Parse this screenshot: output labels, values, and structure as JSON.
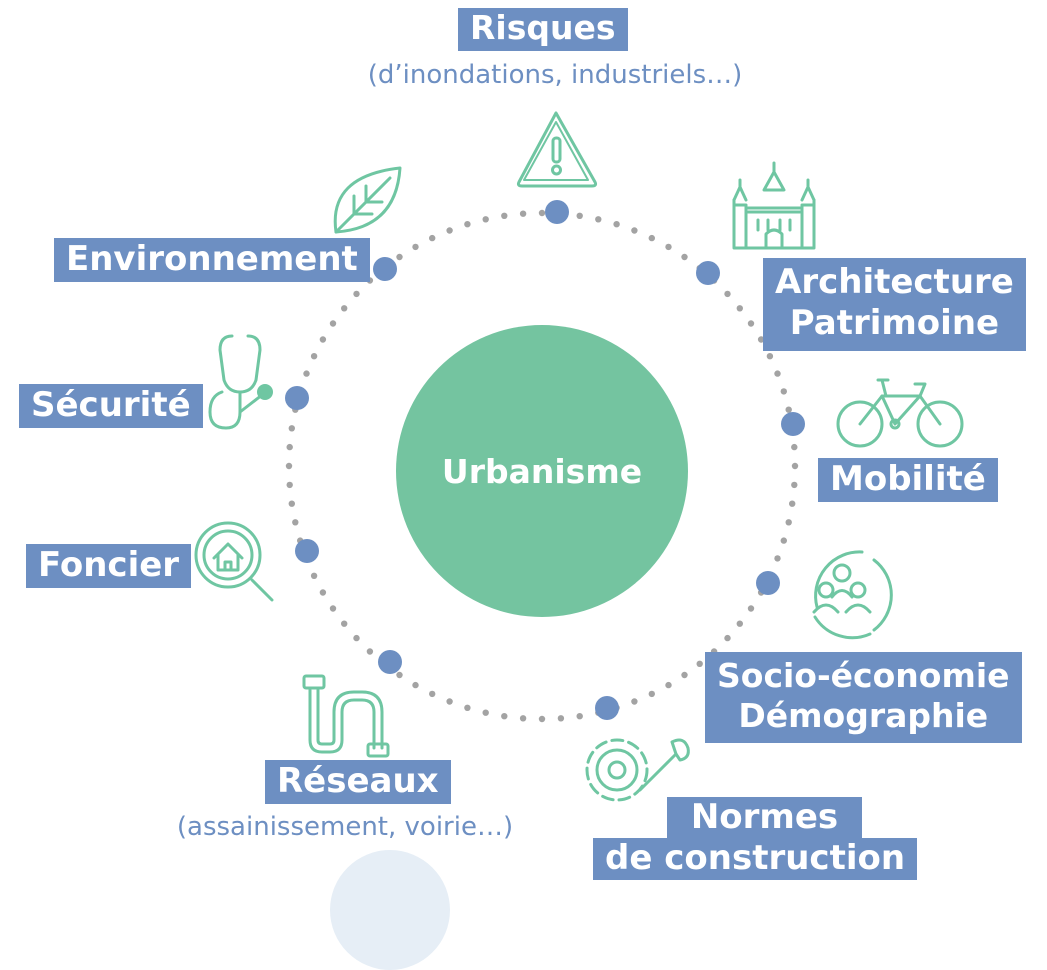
{
  "center": {
    "label": "Urbanisme",
    "color": "#74c4a0"
  },
  "colors": {
    "label_bg": "#6d8fc2",
    "node": "#6d8fc2",
    "dots": "#a3a3a3",
    "icon_stroke": "#6fc6a2"
  },
  "themes": {
    "risques": {
      "title": "Risques",
      "subtitle": "(d’inondations, industriels…)",
      "icon": "warning-triangle-icon"
    },
    "architecture": {
      "line1": "Architecture",
      "line2": "Patrimoine",
      "icon": "castle-icon"
    },
    "mobilite": {
      "title": "Mobilité",
      "icon": "bicycle-icon"
    },
    "socio": {
      "line1": "Socio-économie",
      "line2": "Démographie",
      "icon": "people-cycle-icon"
    },
    "normes": {
      "line1": "Normes",
      "line2": "de construction",
      "icon": "gear-wrench-icon"
    },
    "reseaux": {
      "title": "Réseaux",
      "subtitle": "(assainissement, voirie…)",
      "icon": "pipe-icon"
    },
    "foncier": {
      "title": "Foncier",
      "icon": "house-magnifier-icon"
    },
    "securite": {
      "title": "Sécurité",
      "icon": "stethoscope-icon"
    },
    "environnement": {
      "title": "Environnement",
      "icon": "leaf-icon"
    }
  }
}
